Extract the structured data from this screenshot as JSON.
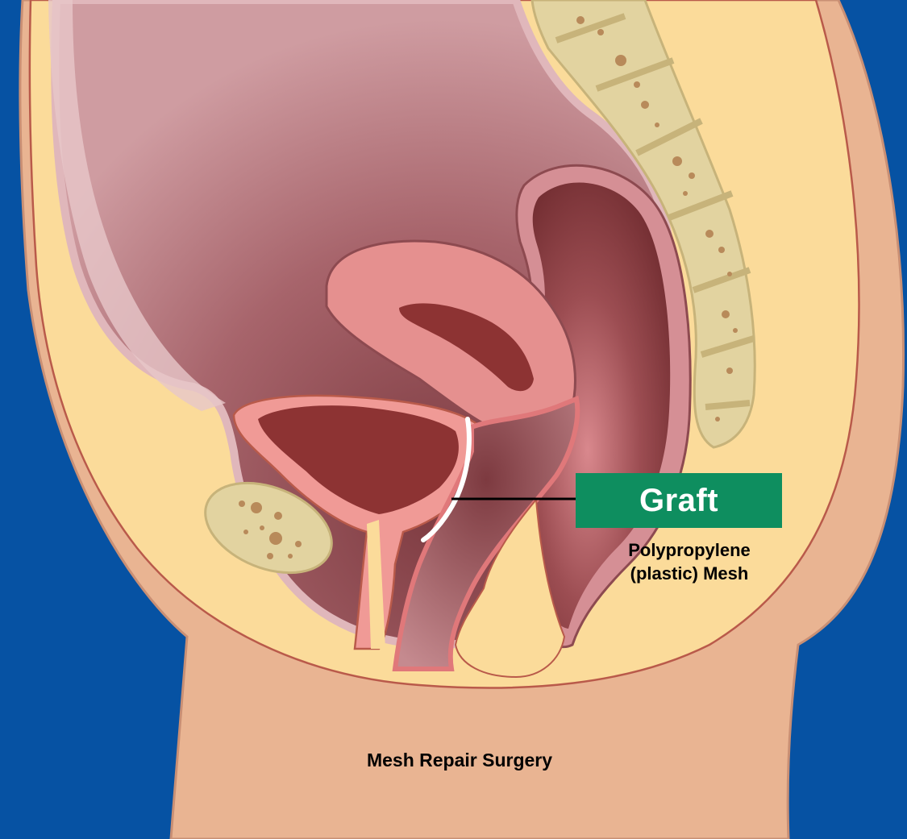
{
  "diagram": {
    "background_color": "#0652a3",
    "graft_label": "Graft",
    "graft_label_color": "#0e8e5f",
    "mesh_label_line1": "Polypropylene",
    "mesh_label_line2": "(plastic) Mesh",
    "caption": "Mesh Repair Surgery",
    "colors": {
      "skin": "#e9b492",
      "fat": "#fbdb9a",
      "cavity": "#b9767c",
      "organ": "#e5908f",
      "organ_lumen": "#8d3333",
      "bone": "#e2d3a0",
      "bone_spot": "#b88a5a",
      "mesh": "#ffffff"
    }
  }
}
